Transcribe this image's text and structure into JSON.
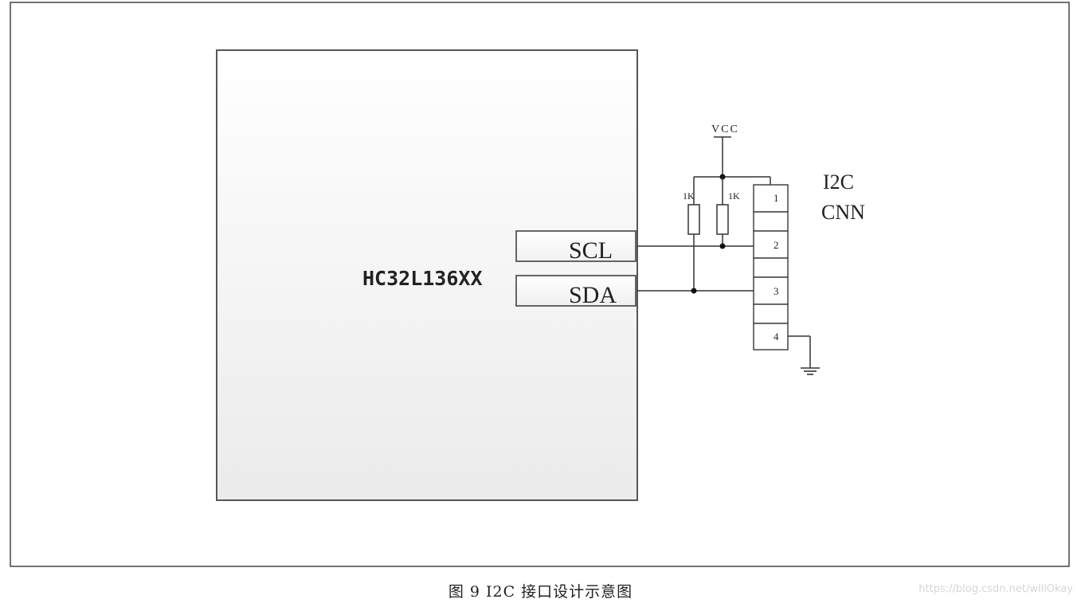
{
  "chip": {
    "name": "HC32L136XX"
  },
  "pins": [
    {
      "label": "SCL"
    },
    {
      "label": "SDA"
    }
  ],
  "power": {
    "label": "VCC"
  },
  "resistors": [
    {
      "value": "1K"
    },
    {
      "value": "1K"
    }
  ],
  "connector": {
    "title_line1": "I2C",
    "title_line2": "CNN",
    "pins": [
      "1",
      "2",
      "3",
      "4"
    ]
  },
  "caption": "图 9 I2C 接口设计示意图",
  "watermark": "https://blog.csdn.net/willOkay",
  "colors": {
    "line": "#333333",
    "chip_fill_top": "#ffffff",
    "chip_fill_bottom": "#ececec"
  }
}
